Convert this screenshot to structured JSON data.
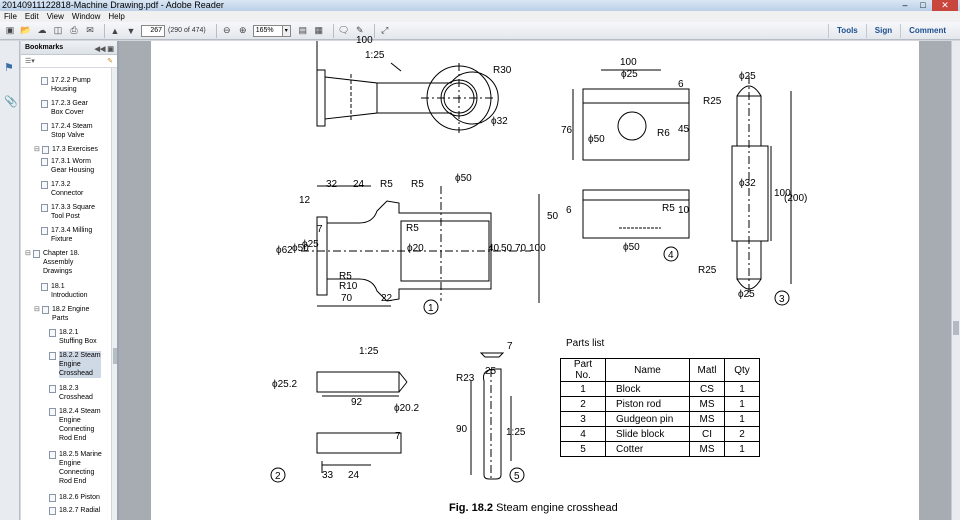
{
  "window": {
    "title": "20140911122818-Machine Drawing.pdf - Adobe Reader",
    "controls": [
      "–",
      "□",
      "✕"
    ]
  },
  "menu": [
    "File",
    "Edit",
    "View",
    "Window",
    "Help"
  ],
  "toolbar": {
    "page_value": "267",
    "page_count": "(290 of 474)",
    "zoom_value": "165%",
    "tools_label": "Tools",
    "sign_label": "Sign",
    "comment_label": "Comment"
  },
  "bookmarks": {
    "title": "Bookmarks",
    "items": [
      {
        "label": "17.2.2 Pump",
        "label2": "Housing"
      },
      {
        "label": "17.2.3 Gear",
        "label2": "Box Cover"
      },
      {
        "label": "17.2.4 Steam",
        "label2": "Stop Valve"
      },
      {
        "label": "17.3 Exercises"
      },
      {
        "label": "17.3.1 Worm",
        "label2": "Gear Housing"
      },
      {
        "label": "17.3.2",
        "label2": "Connector"
      },
      {
        "label": "17.3.3 Square",
        "label2": "Tool Post"
      },
      {
        "label": "17.3.4 Milling",
        "label2": "Fixture"
      },
      {
        "label": "Chapter 18.",
        "label2": "Assembly",
        "label3": "Drawings"
      },
      {
        "label": "18.1",
        "label2": "Introduction"
      },
      {
        "label": "18.2 Engine",
        "label2": "Parts"
      },
      {
        "label": "18.2.1",
        "label2": "Stuffing Box"
      },
      {
        "label": "18.2.2 Steam",
        "label2": "Engine",
        "label3": "Crosshead"
      },
      {
        "label": "18.2.3",
        "label2": "Crosshead"
      },
      {
        "label": "18.2.4 Steam",
        "label2": "Engine",
        "label3": "Connecting",
        "label4": "Rod End"
      },
      {
        "label": "18.2.5 Marine",
        "label2": "Engine",
        "label3": "Connecting",
        "label4": "Rod End"
      },
      {
        "label": "18.2.6 Piston"
      },
      {
        "label": "18.2.7 Radial"
      }
    ]
  },
  "drawing": {
    "labels": {
      "top_100": "100",
      "taper": "1:25",
      "r30": "R30",
      "phi32": "ϕ32",
      "b_100": "100",
      "b_phi25": "ϕ25",
      "b_6": "6",
      "b_76": "76",
      "b_phi50": "ϕ50",
      "b_r6": "R6",
      "b_45": "45",
      "b_6b": "6",
      "b_50": "50",
      "b_r5": "R5",
      "b_10": "10",
      "b_phi50b": "ϕ50",
      "b_num": "4",
      "r_phi25": "ϕ25",
      "r_r25": "R25",
      "r_phi32": "ϕ32",
      "r_100": "100",
      "r_200": "(200)",
      "r_r25b": "R25",
      "r_phi25b": "ϕ25",
      "r_num": "3",
      "m_32": "32",
      "m_24": "24",
      "m_r5": "R5",
      "m_r5b": "R5",
      "m_phi50": "ϕ50",
      "m_12": "12",
      "m_7": "7",
      "m_phi62": "ϕ62",
      "m_phi50b": "ϕ50",
      "m_phi25": "ϕ25",
      "m_r5c": "R5",
      "m_phi20": "ϕ20",
      "m_40": "40",
      "m_50": "50",
      "m_70": "70",
      "m_100": "100",
      "m_r5d": "R5",
      "m_r10": "R10",
      "m_70b": "70",
      "m_22": "22",
      "m_num": "1",
      "p_taper": "1:25",
      "p_phi25": "ϕ25.2",
      "p_92": "92",
      "p_phi20": "ϕ20.2",
      "p_7": "7",
      "p_33": "33",
      "p_24": "24",
      "p_num": "2",
      "g_7": "7",
      "g_r23": "R23",
      "g_25": "25",
      "g_90": "90",
      "g_taper": "1:25",
      "g_num": "5"
    }
  },
  "parts_list": {
    "title": "Parts list",
    "headers": [
      "Part No.",
      "Name",
      "Matl",
      "Qty"
    ],
    "rows": [
      [
        "1",
        "Block",
        "CS",
        "1"
      ],
      [
        "2",
        "Piston rod",
        "MS",
        "1"
      ],
      [
        "3",
        "Gudgeon pin",
        "MS",
        "1"
      ],
      [
        "4",
        "Slide block",
        "CI",
        "2"
      ],
      [
        "5",
        "Cotter",
        "MS",
        "1"
      ]
    ]
  },
  "caption": {
    "fig": "Fig. 18.2",
    "text": " Steam engine crosshead"
  }
}
